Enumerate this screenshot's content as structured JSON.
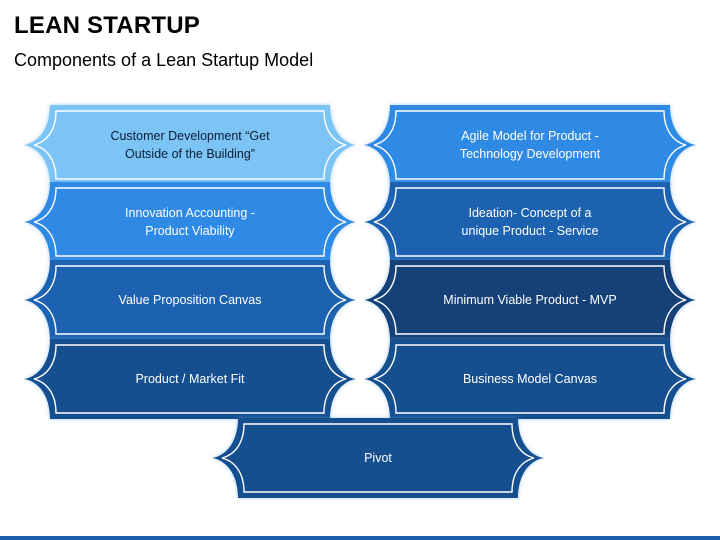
{
  "header": {
    "title": "LEAN STARTUP",
    "subtitle": "Components of a Lean Startup Model"
  },
  "colors": {
    "tier1": "#7cc4f6",
    "tier2": "#2e8ae4",
    "tier3": "#1c62b0",
    "tier4": "#154f8f",
    "tier_deep": "#123f78",
    "outline": "#ffffff"
  },
  "banners": [
    {
      "id": "customer-development",
      "text": "Customer Development “Get Outside of the Building”",
      "lines": [
        "Customer Development “Get",
        "Outside of the Building”"
      ],
      "fill": "#7cc4f6",
      "text_color": "#0b1e33"
    },
    {
      "id": "agile-model",
      "text": "Agile Model for Product - Technology Development",
      "lines": [
        "Agile Model for Product -",
        "Technology Development"
      ],
      "fill": "#2e8ae4",
      "text_color": "#ffffff"
    },
    {
      "id": "innovation-accounting",
      "text": "Innovation Accounting - Product Viability",
      "lines": [
        "Innovation Accounting -",
        "Product Viability"
      ],
      "fill": "#2e8ae4",
      "text_color": "#ffffff"
    },
    {
      "id": "ideation",
      "text": "Ideation- Concept of a unique Product - Service",
      "lines": [
        "Ideation- Concept of a",
        "unique Product - Service"
      ],
      "fill": "#1c62b0",
      "text_color": "#ffffff"
    },
    {
      "id": "value-proposition-canvas",
      "text": "Value Proposition Canvas",
      "lines": [
        "Value Proposition Canvas"
      ],
      "fill": "#1c62b0",
      "text_color": "#ffffff"
    },
    {
      "id": "minimum-viable-product",
      "text": "Minimum Viable Product - MVP",
      "lines": [
        "Minimum Viable Product - MVP"
      ],
      "fill": "#123f78",
      "text_color": "#ffffff"
    },
    {
      "id": "product-market-fit",
      "text": "Product / Market Fit",
      "lines": [
        "Product / Market Fit"
      ],
      "fill": "#154f8f",
      "text_color": "#ffffff"
    },
    {
      "id": "business-model-canvas",
      "text": "Business Model Canvas",
      "lines": [
        "Business Model Canvas"
      ],
      "fill": "#154f8f",
      "text_color": "#ffffff"
    },
    {
      "id": "pivot",
      "text": "Pivot",
      "lines": [
        "Pivot"
      ],
      "fill": "#154f8f",
      "text_color": "#ffffff"
    }
  ]
}
